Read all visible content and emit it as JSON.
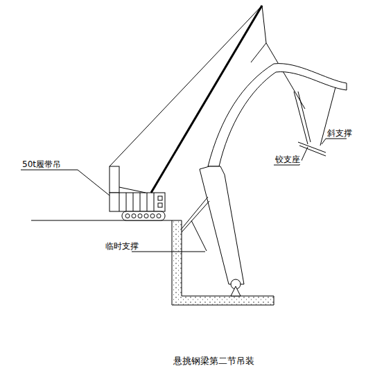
{
  "diagram": {
    "caption": "悬挑钢梁第二节吊装",
    "labels": [
      "50t履带吊",
      "临时支撑",
      "铰支座",
      "斜支撑"
    ]
  }
}
